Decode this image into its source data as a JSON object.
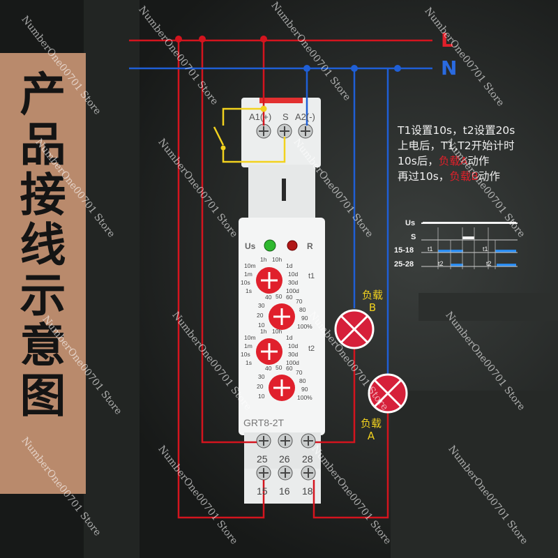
{
  "side_title_chars": [
    "产",
    "品",
    "接",
    "线",
    "示",
    "意",
    "图"
  ],
  "lines": {
    "live": "L",
    "neutral": "N"
  },
  "colors": {
    "live": "#d4141e",
    "neutral": "#1f5fd6",
    "signal": "#f2d21e",
    "panel": "#b98a6c",
    "lamp": "#d6203a"
  },
  "note": {
    "line1": "T1设置10s，t2设置20s",
    "line2": "上电后，T1,T2开始计时",
    "line3_a": "10s后，",
    "line3_b": "负载A",
    "line3_c": "动作",
    "line4_a": "再过10s，",
    "line4_b": "负载B",
    "line4_c": "动作"
  },
  "timing": {
    "rows": [
      "Us",
      "S",
      "15-18",
      "25-28"
    ],
    "t1": "t1",
    "t2": "t2"
  },
  "device": {
    "top_terminals": [
      "A1(+)",
      "S",
      "A2(-)"
    ],
    "leds": [
      "Us",
      "R"
    ],
    "range_labels_t1": [
      "1h",
      "10h",
      "10m",
      "1d",
      "1m",
      "10d",
      "10s",
      "30d",
      "1s",
      "100d"
    ],
    "range_labels_t2": [
      "1h",
      "10h",
      "10m",
      "1d",
      "1m",
      "10d",
      "10s",
      "30d",
      "1s",
      "100d"
    ],
    "pct_labels": [
      "40",
      "50",
      "60",
      "70",
      "30",
      "80",
      "20",
      "90",
      "10",
      "100%"
    ],
    "knob_t1": "t1",
    "knob_t2": "t2",
    "model": "GRT8-2T",
    "bottom_terminals_row1": [
      "25",
      "26",
      "28"
    ],
    "bottom_terminals_row2": [
      "15",
      "16",
      "18"
    ]
  },
  "loads": [
    {
      "name": "负载",
      "letter": "B"
    },
    {
      "name": "负载",
      "letter": "A"
    }
  ],
  "watermark": "NumberOne00701 Store"
}
